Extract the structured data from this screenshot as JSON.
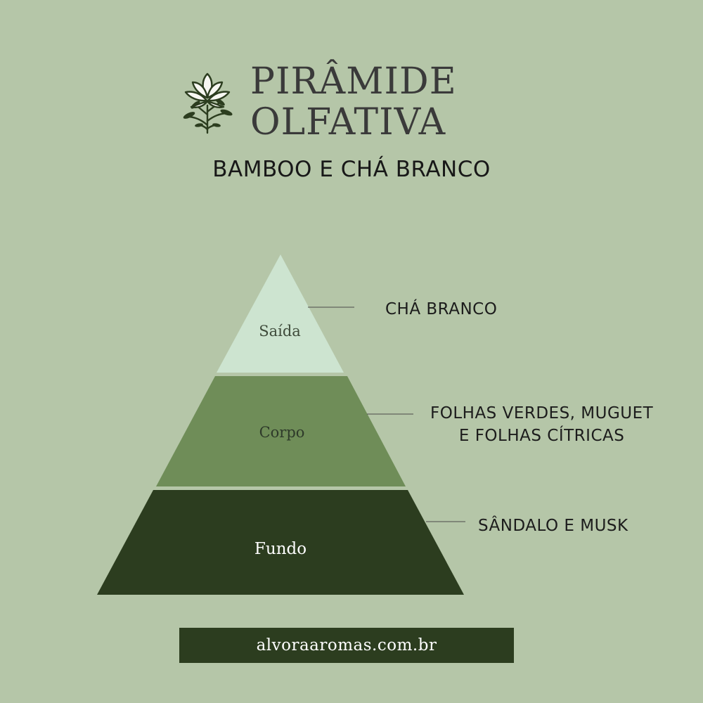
{
  "title": {
    "line1": "PIRÂMIDE",
    "line2": "OLFATIVA"
  },
  "subtitle": "BAMBOO E CHÁ BRANCO",
  "logo_icon": "leafy-flower-icon",
  "pyramid": {
    "levels": [
      {
        "label": "Saída",
        "notes": [
          "CHÁ BRANCO"
        ],
        "color": "#cde4d0"
      },
      {
        "label": "Corpo",
        "notes": [
          "FOLHAS VERDES, MUGUET",
          "E FOLHAS CÍTRICAS"
        ],
        "color": "#6f8d58"
      },
      {
        "label": "Fundo",
        "notes": [
          "SÂNDALO E MUSK"
        ],
        "color": "#2c3d1f"
      }
    ]
  },
  "footer": {
    "website": "alvoraaromas.com.br"
  },
  "colors": {
    "background": "#b5c6a8",
    "dark_green": "#2c3d1f",
    "mid_green": "#6f8d58",
    "light_green": "#cde4d0",
    "title_text": "#3a3a3a"
  }
}
